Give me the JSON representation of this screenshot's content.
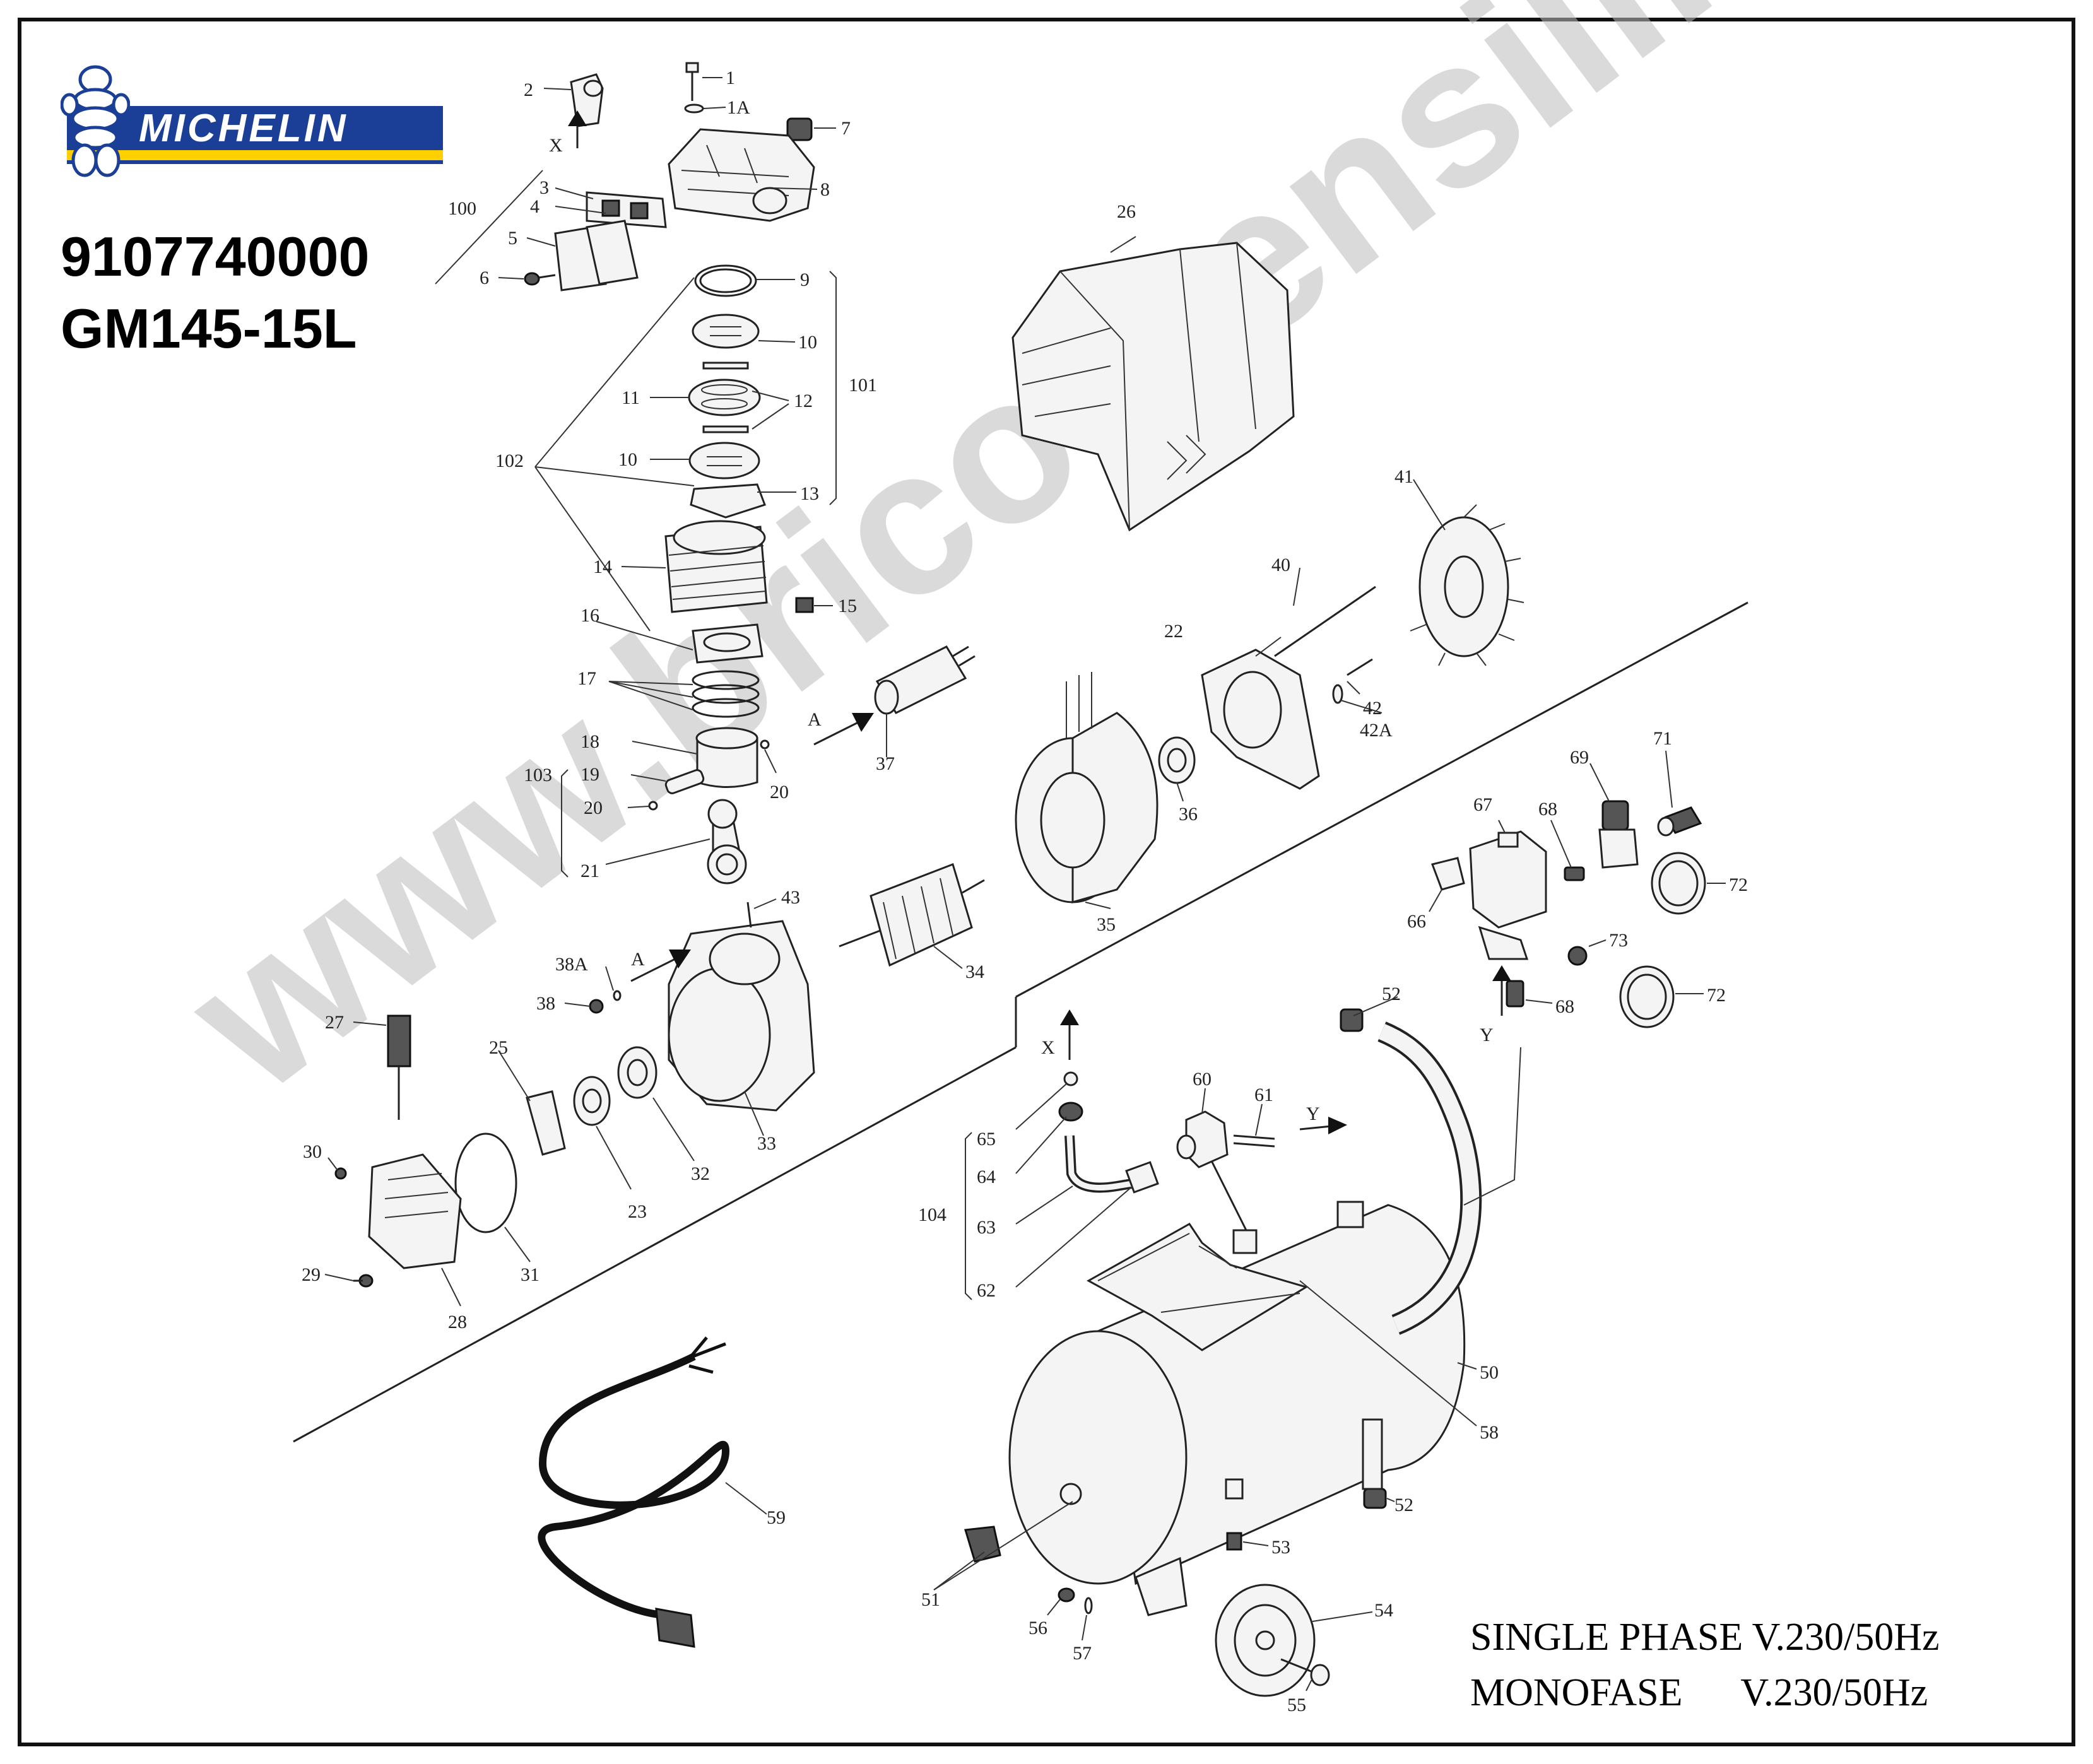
{
  "brand": {
    "name": "MICHELIN",
    "colors": {
      "blue": "#1b3f97",
      "yellow": "#ffd000"
    }
  },
  "model": {
    "code": "9107740000",
    "name": "GM145-15L"
  },
  "spec": {
    "line1": "SINGLE PHASE V.230/50Hz",
    "line2": "MONOFASE      V.230/50Hz"
  },
  "watermark": "www.bricoutensili.com",
  "callouts": {
    "c1": "1",
    "c1a": "1A",
    "c2": "2",
    "c3": "3",
    "c4": "4",
    "c5": "5",
    "c6": "6",
    "c7": "7",
    "c8": "8",
    "c9": "9",
    "c10a": "10",
    "c10b": "10",
    "c11": "11",
    "c12": "12",
    "c13": "13",
    "c14": "14",
    "c15": "15",
    "c16": "16",
    "c17": "17",
    "c18": "18",
    "c19": "19",
    "c20a": "20",
    "c20b": "20",
    "c21": "21",
    "c22": "22",
    "c23": "23",
    "c25": "25",
    "c26": "26",
    "c27": "27",
    "c28": "28",
    "c29": "29",
    "c30": "30",
    "c31": "31",
    "c32": "32",
    "c33": "33",
    "c34": "34",
    "c35": "35",
    "c36": "36",
    "c37": "37",
    "c38": "38",
    "c38a": "38A",
    "c40": "40",
    "c41": "41",
    "c42": "42",
    "c42a": "42A",
    "c43": "43",
    "c50": "50",
    "c51": "51",
    "c52a": "52",
    "c52b": "52",
    "c53": "53",
    "c54": "54",
    "c55": "55",
    "c56": "56",
    "c57": "57",
    "c58": "58",
    "c59": "59",
    "c60": "60",
    "c61": "61",
    "c62": "62",
    "c63": "63",
    "c64": "64",
    "c65": "65",
    "c66": "66",
    "c67": "67",
    "c68a": "68",
    "c68b": "68",
    "c69": "69",
    "c71": "71",
    "c72a": "72",
    "c72b": "72",
    "c73": "73",
    "c100": "100",
    "c101": "101",
    "c102": "102",
    "c103": "103",
    "c104": "104"
  },
  "arrows": {
    "x1": "X",
    "x2": "X",
    "a1": "A",
    "a2": "A",
    "y1": "Y",
    "y2": "Y"
  }
}
